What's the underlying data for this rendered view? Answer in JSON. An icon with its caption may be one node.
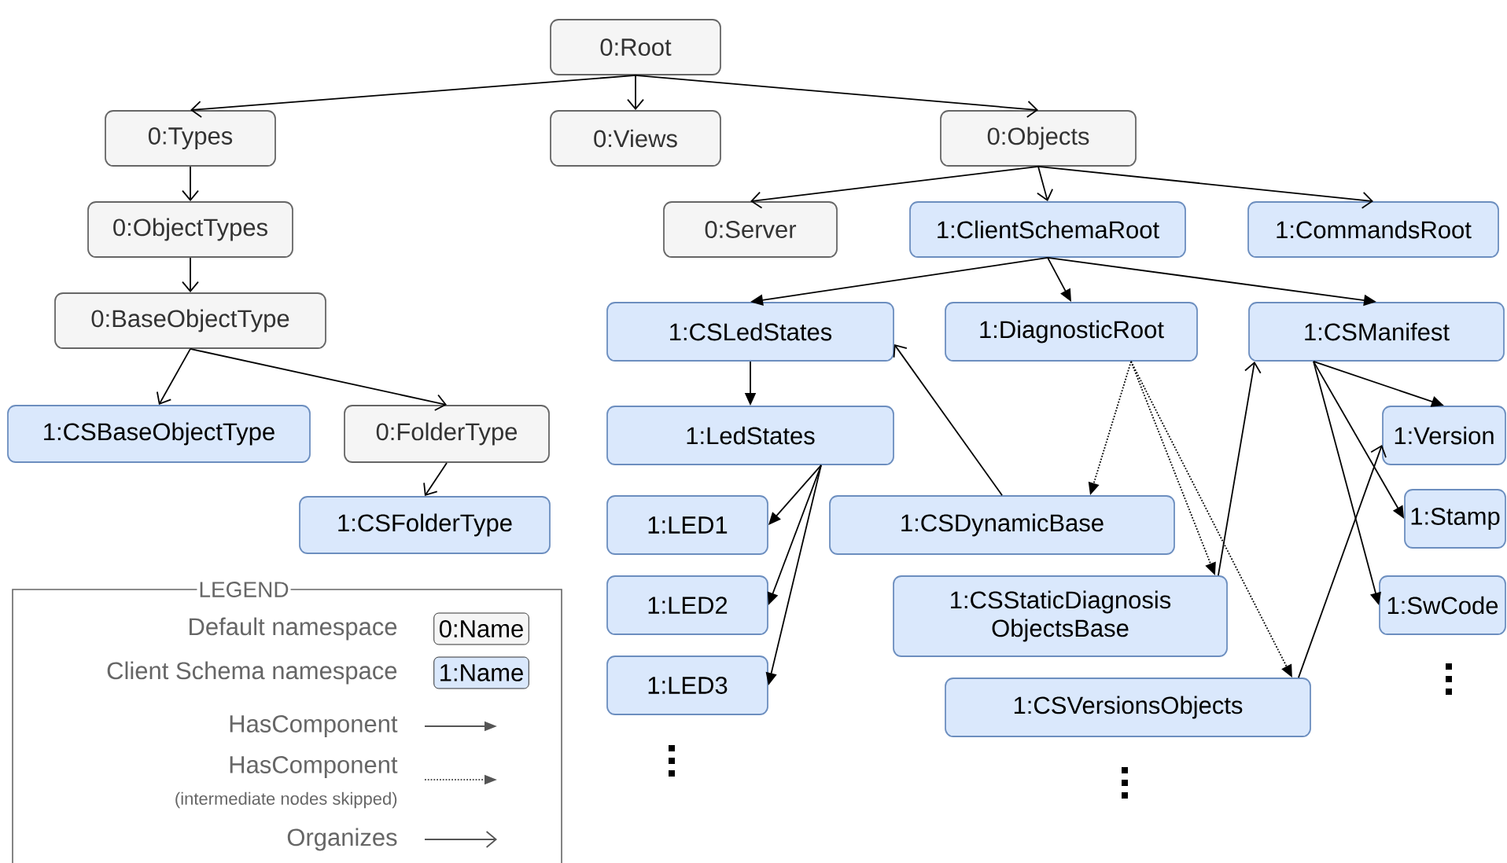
{
  "diagram": {
    "nodes": [
      {
        "text": [
          "0:Root"
        ]
      },
      {
        "text": [
          "0:Types"
        ]
      },
      {
        "text": [
          "0:Views"
        ]
      },
      {
        "text": [
          "0:Objects"
        ]
      },
      {
        "text": [
          "0:ObjectTypes"
        ]
      },
      {
        "text": [
          "0:BaseObjectType"
        ]
      },
      {
        "text": [
          "1:CSBaseObjectType"
        ]
      },
      {
        "text": [
          "0:FolderType"
        ]
      },
      {
        "text": [
          "1:CSFolderType"
        ]
      },
      {
        "text": [
          "0:Server"
        ]
      },
      {
        "text": [
          "1:ClientSchemaRoot"
        ]
      },
      {
        "text": [
          "1:CommandsRoot"
        ]
      },
      {
        "text": [
          "1:CSLedStates"
        ]
      },
      {
        "text": [
          "1:DiagnosticRoot"
        ]
      },
      {
        "text": [
          "1:CSManifest"
        ]
      },
      {
        "text": [
          "1:LedStates"
        ]
      },
      {
        "text": [
          "1:LED1"
        ]
      },
      {
        "text": [
          "1:LED2"
        ]
      },
      {
        "text": [
          "1:LED3"
        ]
      },
      {
        "text": [
          "1:CSDynamicBase"
        ]
      },
      {
        "text": [
          "1:CSStaticDiagnosis ObjectsBase"
        ]
      },
      {
        "text": [
          "1:CSVersionsObjects"
        ]
      },
      {
        "text": [
          "1:Version"
        ]
      },
      {
        "text": [
          "1:Stamp"
        ]
      },
      {
        "text": [
          "1:SwCode"
        ]
      }
    ],
    "edges": [
      {
        "from": 0,
        "to": 1,
        "arrow": "to"
      },
      {
        "from": 0,
        "to": 2,
        "arrow": "to"
      },
      {
        "from": 0,
        "to": 3,
        "arrow": "to"
      },
      {
        "from": 1,
        "to": 4,
        "arrow": "to"
      },
      {
        "from": 4,
        "to": 5,
        "arrow": "to"
      },
      {
        "from": 5,
        "to": 6,
        "arrow": "to"
      },
      {
        "from": 5,
        "to": 7,
        "arrow": "to"
      },
      {
        "from": 7,
        "to": 8,
        "arrow": "to"
      },
      {
        "from": 3,
        "to": 9,
        "arrow": "to"
      },
      {
        "from": 3,
        "to": 10,
        "arrow": "to"
      },
      {
        "from": 3,
        "to": 11,
        "arrow": "to"
      },
      {
        "from": 10,
        "to": 12,
        "arrow": "to"
      },
      {
        "from": 10,
        "to": 13,
        "arrow": "to"
      },
      {
        "from": 10,
        "to": 14,
        "arrow": "to"
      },
      {
        "from": 12,
        "to": 15,
        "arrow": "to"
      },
      {
        "from": 15,
        "to": 16,
        "arrow": "to"
      },
      {
        "from": 15,
        "to": 17,
        "arrow": "to"
      },
      {
        "from": 15,
        "to": 18,
        "arrow": "to"
      },
      {
        "from": 19,
        "to": 12,
        "arrow": "to"
      },
      {
        "from": 13,
        "to": 19,
        "arrow": "to",
        "style": "dashed"
      },
      {
        "from": 13,
        "to": 20,
        "arrow": "to",
        "style": "dashed"
      },
      {
        "from": 13,
        "to": 21,
        "arrow": "to",
        "style": "dashed"
      },
      {
        "from": 20,
        "to": 14,
        "arrow": "to"
      },
      {
        "from": 21,
        "to": 22,
        "arrow": "to"
      },
      {
        "from": 14,
        "to": 22,
        "arrow": "to"
      },
      {
        "from": 14,
        "to": 23,
        "arrow": "to"
      },
      {
        "from": 14,
        "to": 24,
        "arrow": "to"
      }
    ],
    "labels": [
      "LEGEND",
      "0:Name",
      "1:Name",
      "(intermediate nodes skipped)"
    ],
    "legend": [
      {
        "text": "Default namespace"
      },
      {
        "text": "Client Schema namespace"
      },
      {
        "text": "HasComponent"
      },
      {
        "text": "HasComponent"
      },
      {
        "text": "Organizes"
      }
    ]
  }
}
